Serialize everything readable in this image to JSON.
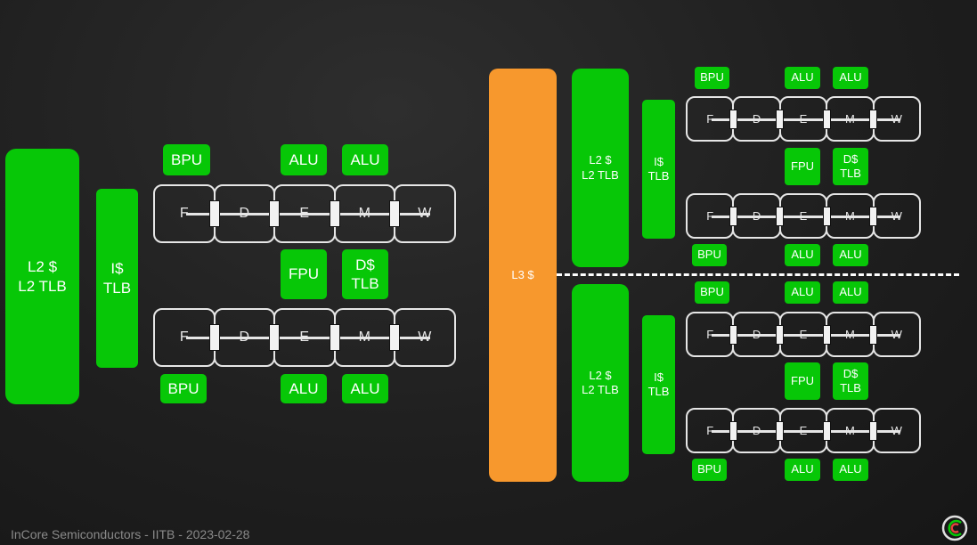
{
  "labels": {
    "l2": "L2 $\nL2 TLB",
    "icache": "I$\nTLB",
    "l3": "L3 $",
    "bpu": "BPU",
    "alu": "ALU",
    "fpu": "FPU",
    "dcache": "D$\nTLB",
    "stages": [
      "F",
      "D",
      "E",
      "M",
      "W"
    ]
  },
  "footer": "InCore Semiconductors - IITB - 2023-02-28",
  "colors": {
    "green": "#07c707",
    "orange": "#f7982d",
    "background": "#1f1f1f",
    "outline": "#e6e6e6"
  },
  "icons": {
    "logo": "incore-logo-icon"
  }
}
